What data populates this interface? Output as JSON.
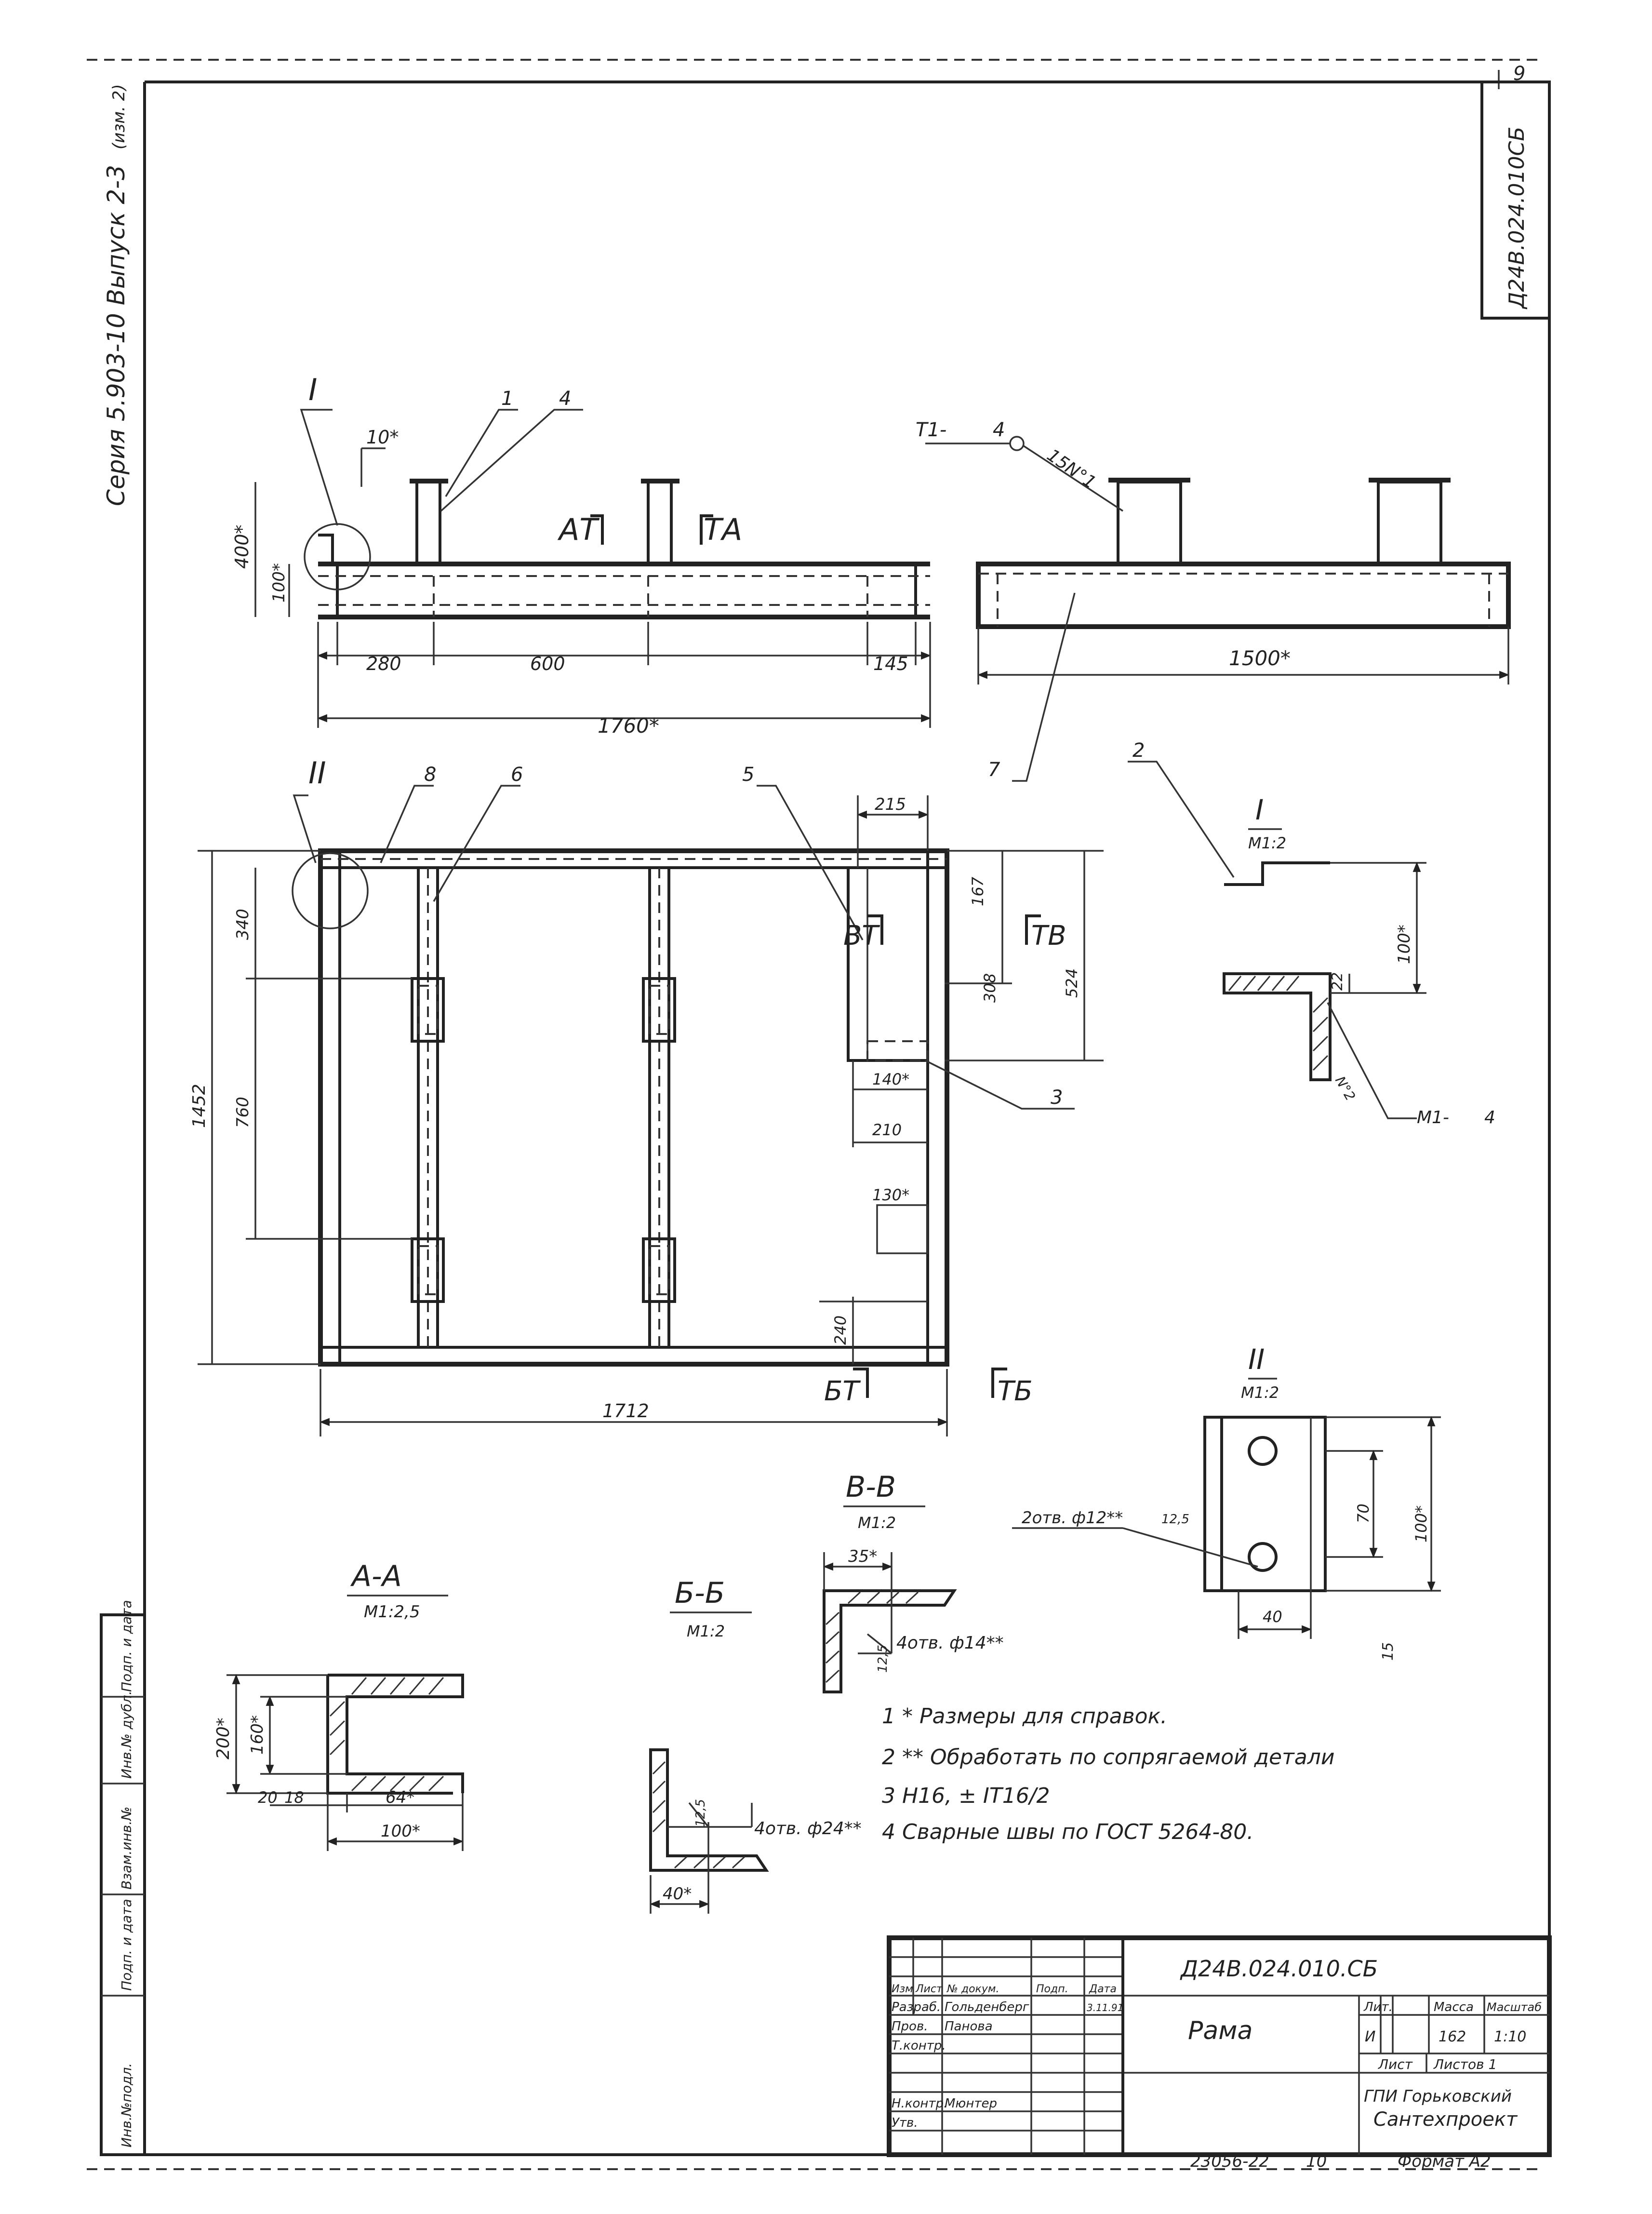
{
  "sheet": {
    "page_number": "9",
    "series_text": "Серия 5.903-10 Выпуск 2-3",
    "series_tail": "(изм. 2)",
    "corner_stamp_code": "Д24В.024.010СБ",
    "bottom_code": "23056-22",
    "bottom_code_sheet": "10",
    "format_label": "Формат А2"
  },
  "left_strip": [
    "Инв.№подл.",
    "Подп. и дата",
    "Взам.инв.№",
    "Инв.№ дубл.",
    "Подп. и дата"
  ],
  "views": {
    "front_labels": [
      "I",
      "1",
      "4",
      "10*",
      "400*",
      "100*",
      "АT",
      "TА"
    ],
    "front_dims": [
      "280",
      "600",
      "145",
      "1760*"
    ],
    "side_labels": [
      "T1-",
      "4",
      "15N°1",
      "7"
    ],
    "side_dims": [
      "1500*"
    ],
    "plan_labels": [
      "II",
      "8",
      "6",
      "5",
      "ВT",
      "TВ",
      "3",
      "БT",
      "TБ"
    ],
    "plan_dims": [
      "215",
      "167",
      "308",
      "524",
      "340",
      "760",
      "1452",
      "140*",
      "210",
      "130*",
      "240",
      "1712"
    ]
  },
  "details": {
    "detail_I": {
      "label": "I",
      "scale": "М1:2",
      "leader": "2",
      "dims": [
        "100*",
        "22"
      ],
      "weld": "М1-",
      "weld_leg": "4",
      "weld_num": "N°2"
    },
    "detail_II": {
      "label": "II",
      "scale": "М1:2",
      "dims": [
        "70",
        "100*",
        "15",
        "40"
      ],
      "holes": "2отв. ф12**",
      "roughness": "12,5"
    },
    "section_AA": {
      "label": "А-А",
      "scale": "М1:2,5",
      "dims": [
        "200*",
        "160*",
        "20",
        "18",
        "64*",
        "100*"
      ]
    },
    "section_BB": {
      "label": "Б-Б",
      "scale": "М1:2",
      "dims": [
        "12,5",
        "40*"
      ],
      "holes": "4отв. ф24**"
    },
    "section_VV": {
      "label": "В-В",
      "scale": "М1:2",
      "dims": [
        "35*",
        "12,5"
      ],
      "holes": "4отв. ф14**"
    }
  },
  "notes": [
    "1 * Размеры для справок.",
    "2 ** Обработать по сопрягаемой детали",
    "3  Н16, ± IT16/2",
    "4  Сварные швы по ГОСТ 5264-80."
  ],
  "title_block": {
    "doc_number": "Д24В.024.010.СБ",
    "title": "Рама",
    "header_cells": [
      "Изм",
      "Лист",
      "№ докум.",
      "Подп.",
      "Дата"
    ],
    "rows": [
      {
        "role": "Разраб.",
        "name": "Гольденберг",
        "date": "3.11.91"
      },
      {
        "role": "Пров.",
        "name": "Панова",
        "date": ""
      },
      {
        "role": "Т.контр.",
        "name": "",
        "date": ""
      },
      {
        "role": "",
        "name": "",
        "date": ""
      },
      {
        "role": "Н.контр.",
        "name": "Мюнтер",
        "date": ""
      },
      {
        "role": "Утв.",
        "name": "",
        "date": ""
      }
    ],
    "lit_header": "Лит.",
    "mass_header": "Масса",
    "scale_header": "Масштаб",
    "lit_value": "И",
    "mass_value": "162",
    "scale_value": "1:10",
    "sheet_label": "Лист",
    "sheets_label": "Листов 1",
    "org_line1": "ГПИ Горьковский",
    "org_line2": "Сантехпроект"
  }
}
